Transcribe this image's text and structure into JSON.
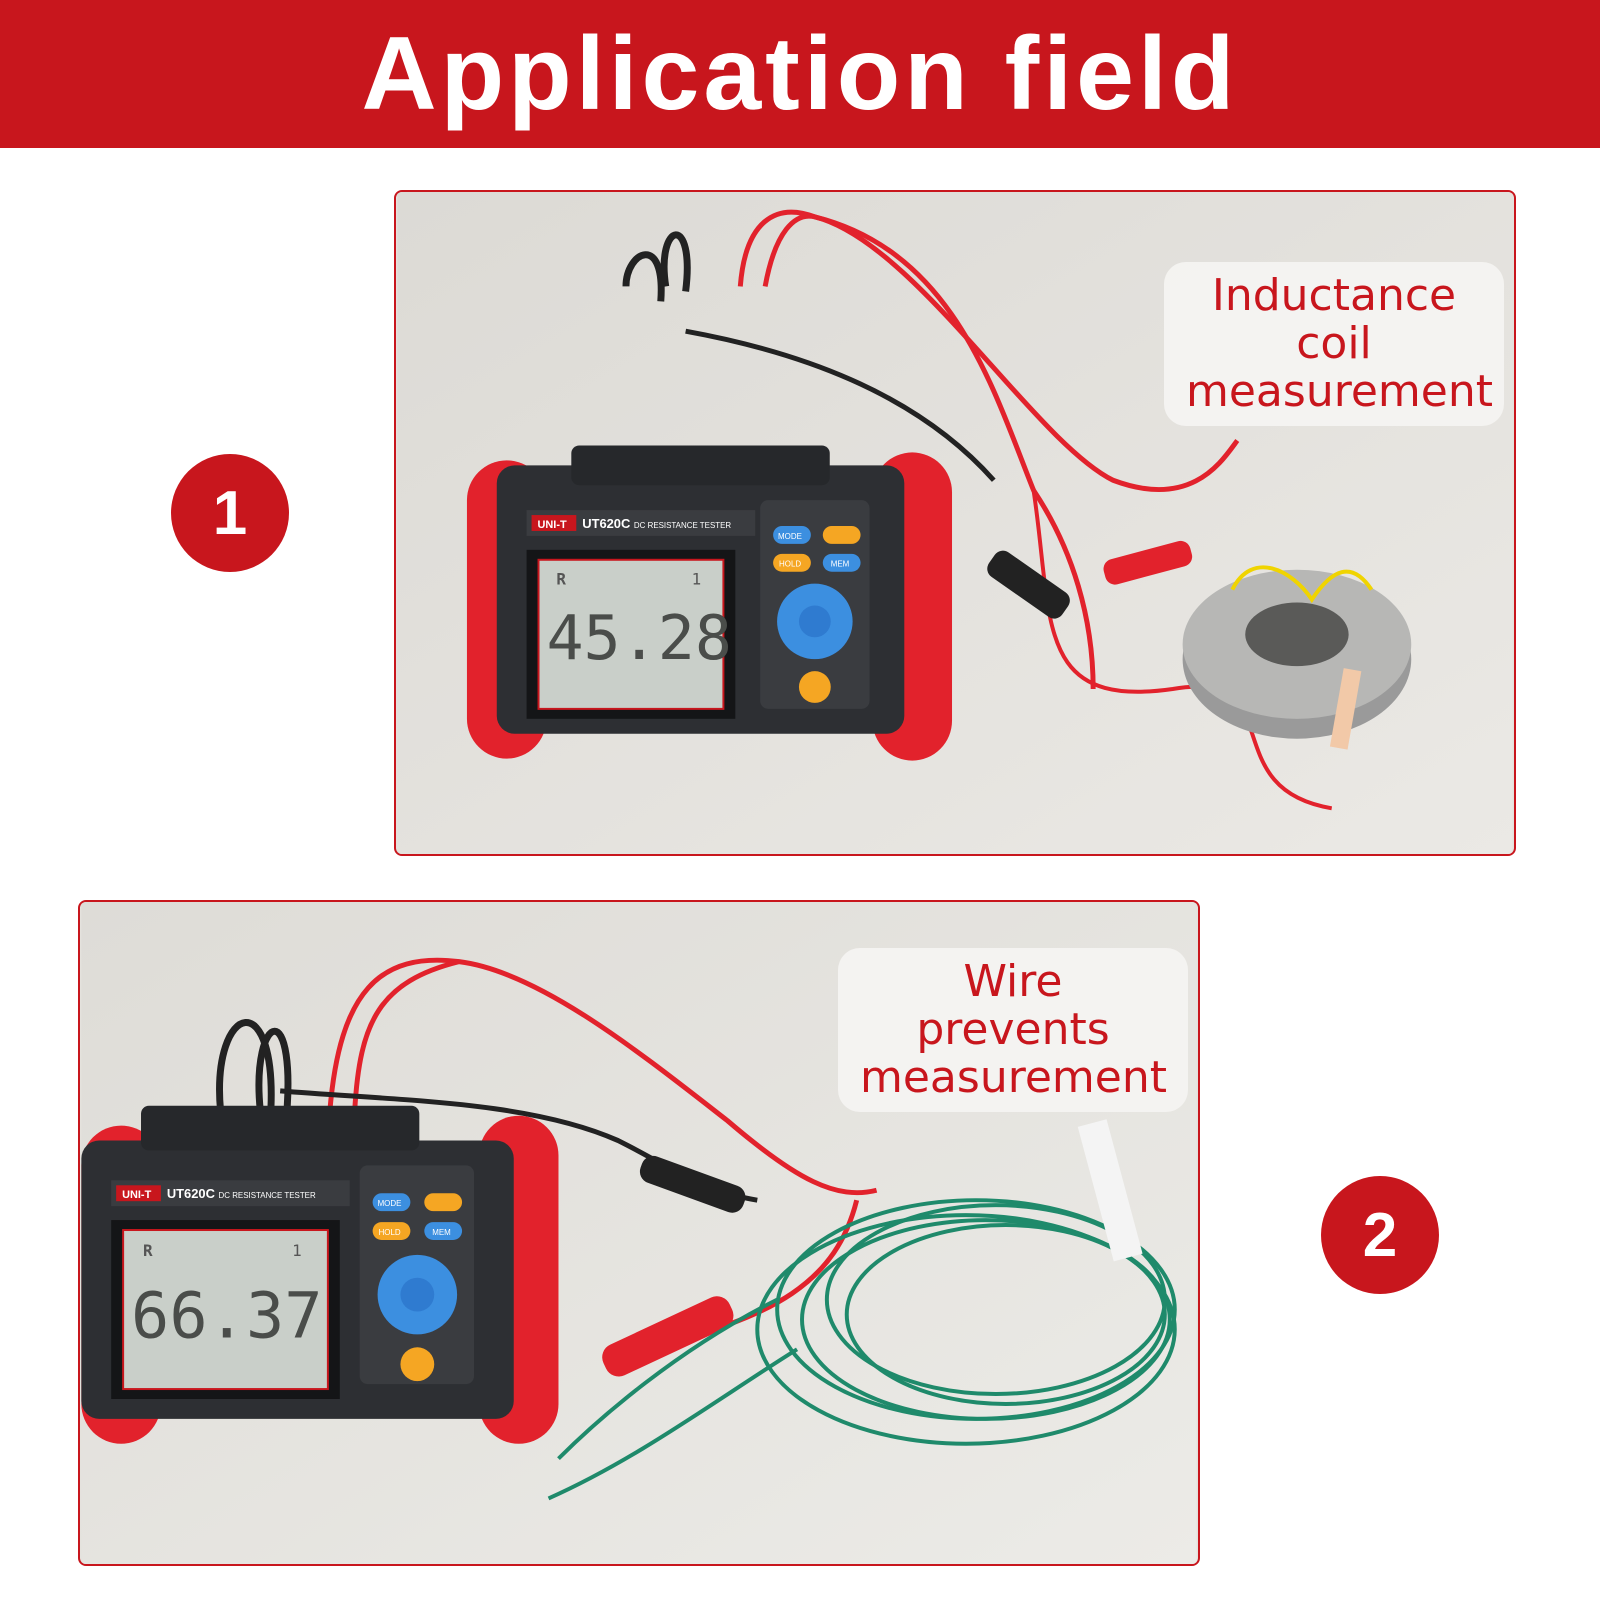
{
  "header": {
    "title": "Application field"
  },
  "panels": [
    {
      "number": "1",
      "caption_line1": "Inductance coil",
      "caption_line2": "measurement",
      "device": {
        "brand": "UNI-T",
        "model": "UT620C",
        "subtitle": "DC RESISTANCE TESTER",
        "display_mode": "R",
        "display_channel": "1",
        "reading": "45.28"
      }
    },
    {
      "number": "2",
      "caption_line1": "Wire prevents",
      "caption_line2": "measurement",
      "device": {
        "brand": "UNI-T",
        "model": "UT620C",
        "subtitle": "DC RESISTANCE TESTER",
        "display_mode": "R",
        "display_channel": "1",
        "reading": "66.37"
      }
    }
  ],
  "buttons": {
    "mode": "MODE",
    "hold": "HOLD",
    "mem": "MEM"
  },
  "colors": {
    "accent": "#c8161d",
    "button_blue": "#3c8fe0",
    "button_orange": "#f5a623",
    "lcd": "#c9cfc9"
  }
}
